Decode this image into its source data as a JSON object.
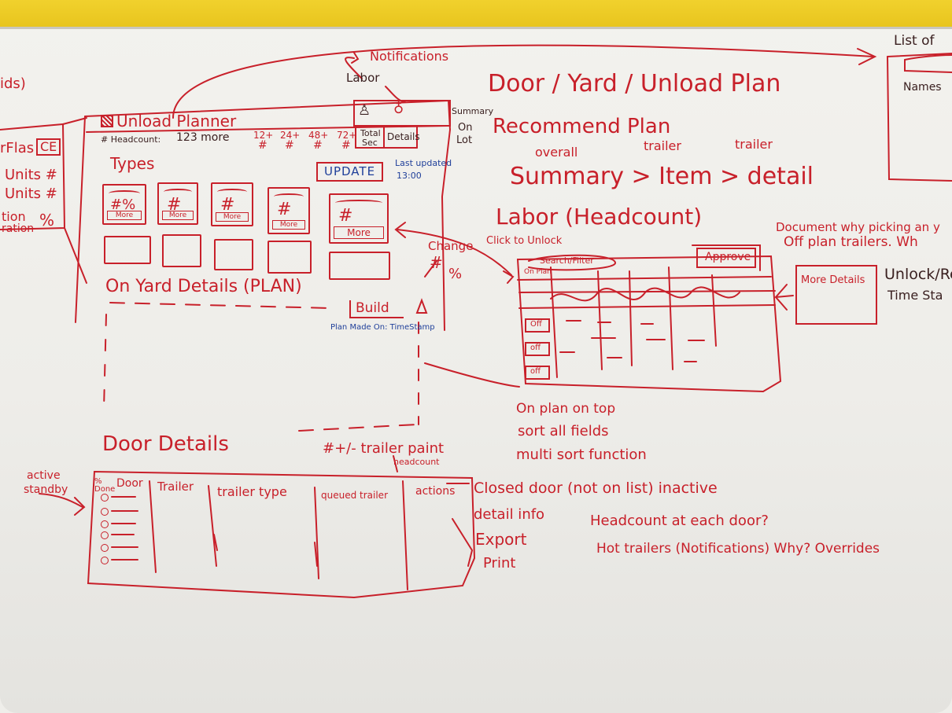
{
  "wireframe": {
    "left_partial": {
      "top_text": "ids)",
      "panel_lines": [
        "rFlas",
        "CE",
        "Units #",
        "Units #",
        "tion",
        "%",
        "ration"
      ]
    },
    "unload_planner": {
      "title": "Unload Planner",
      "labor_label": "Labor",
      "notifications_label": "Notifications",
      "headcount_label": "# Headcount:",
      "headcount_value": "123 more",
      "time_columns": [
        "12+",
        "24+",
        "48+",
        "72+"
      ],
      "time_values": [
        "#",
        "#",
        "#",
        "#"
      ],
      "total_label": "Total",
      "total_value": "Sec",
      "details_label": "Details",
      "summary_label": "Summary",
      "on_label": "On",
      "lot_label": "Lot",
      "types_label": "Types",
      "update_button": "UPDATE",
      "last_updated_label": "Last updated",
      "last_updated_time": "13:00",
      "cards": [
        {
          "value": "#%",
          "more": "More"
        },
        {
          "value": "#",
          "more": "More"
        },
        {
          "value": "#",
          "more": "More"
        },
        {
          "value": "#",
          "more": "More"
        },
        {
          "value": "#",
          "more": "More"
        }
      ],
      "change_label": "Change",
      "change_value": "#",
      "change_pct": "%",
      "on_yard_title": "On Yard Details (PLAN)",
      "build_button": "Build",
      "plan_made_on": "Plan Made On: TimeStamp",
      "door_details_title": "Door Details",
      "door_note": "#+/- trailer paint",
      "door_note_headcount": "headcount",
      "active_standby": [
        "active",
        "standby"
      ],
      "table_headers": [
        "% Done",
        "Door",
        "Trailer",
        "trailer type",
        "queued trailer",
        "actions"
      ],
      "actions_list": [
        "Closed door (not on list) inactive",
        "detail info",
        "Export",
        "Print"
      ],
      "headcount_question": "Headcount at each door?",
      "hot_trailers_note": "Hot trailers (Notifications) Why? Overrides"
    },
    "right_notes": {
      "heading": "Door / Yard / Unload Plan",
      "recommend": "Recommend Plan",
      "overall": "overall",
      "trailer1": "trailer",
      "trailer2": "trailer",
      "flow": "Summary > Item > detail",
      "labor": "Labor (Headcount)",
      "click_to_unlock": "Click to Unlock",
      "search_filter": "Search/Filter",
      "approve_button": "Approve",
      "grid_row_labels": [
        "On Plan",
        "Off",
        "off",
        "off"
      ],
      "document_note": "Document why picking an y",
      "off_plan_note": "Off plan trailers. Wh",
      "more_details_box": "More Details",
      "unlock_note": "Unlock/Re",
      "time_stamp_note": "Time Sta",
      "sort_notes": [
        "On plan on top",
        "sort all fields",
        "multi sort function"
      ],
      "list_note": "List of",
      "names_note": "Names"
    }
  }
}
